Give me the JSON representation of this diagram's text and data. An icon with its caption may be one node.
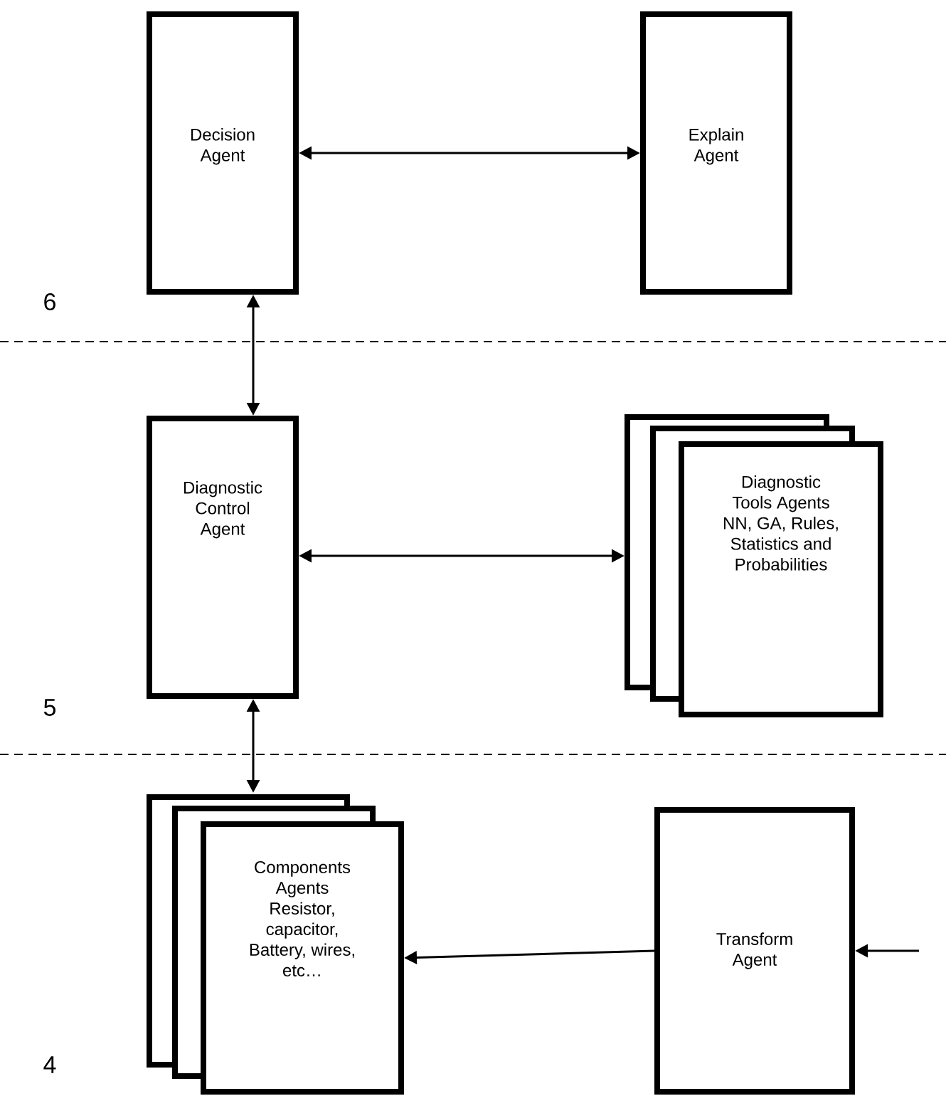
{
  "diagram": {
    "nodes": [
      {
        "text": [
          "Decision Agent"
        ]
      },
      {
        "text": [
          "Explain Agent"
        ]
      },
      {
        "text": [
          "Diagnostic Control Agent"
        ]
      },
      {
        "text": [
          "Diagnostic Tools Agents NN, GA, Rules, Statistics and Probabilities"
        ]
      },
      {
        "text": [
          "Components Agents Resistor, capacitor, Battery, wires, etc…"
        ]
      },
      {
        "text": [
          "Transform Agent"
        ]
      }
    ],
    "edges": [
      {
        "from": 0,
        "to": 1,
        "arrow": "both"
      },
      {
        "from": 0,
        "to": 2,
        "arrow": "both"
      },
      {
        "from": 2,
        "to": 3,
        "arrow": "both"
      },
      {
        "from": 2,
        "to": 4,
        "arrow": "both"
      },
      {
        "from": 5,
        "to": 4,
        "arrow": "to"
      },
      {
        "from": null,
        "to": 5,
        "arrow": "to"
      }
    ],
    "labels": [
      "6",
      "5",
      "4"
    ]
  }
}
